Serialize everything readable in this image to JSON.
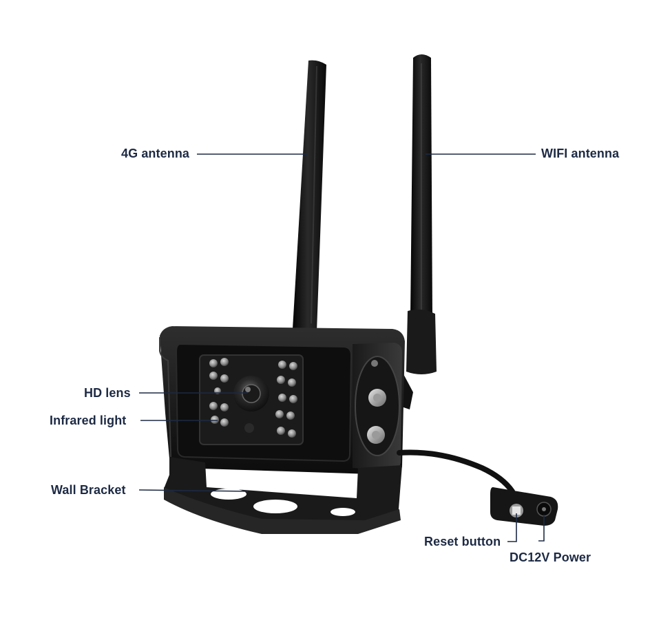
{
  "labels": {
    "antenna_4g": "4G antenna",
    "wifi_antenna": "WIFI antenna",
    "hd_lens": "HD lens",
    "infrared_light": "Infrared light",
    "wall_bracket": "Wall Bracket",
    "reset_button": "Reset button",
    "dc_power": "DC12V Power"
  },
  "colors": {
    "label_text": "#1d2a44",
    "leader_line": "#1d2a44",
    "housing": "#141414",
    "background": "#ffffff"
  }
}
